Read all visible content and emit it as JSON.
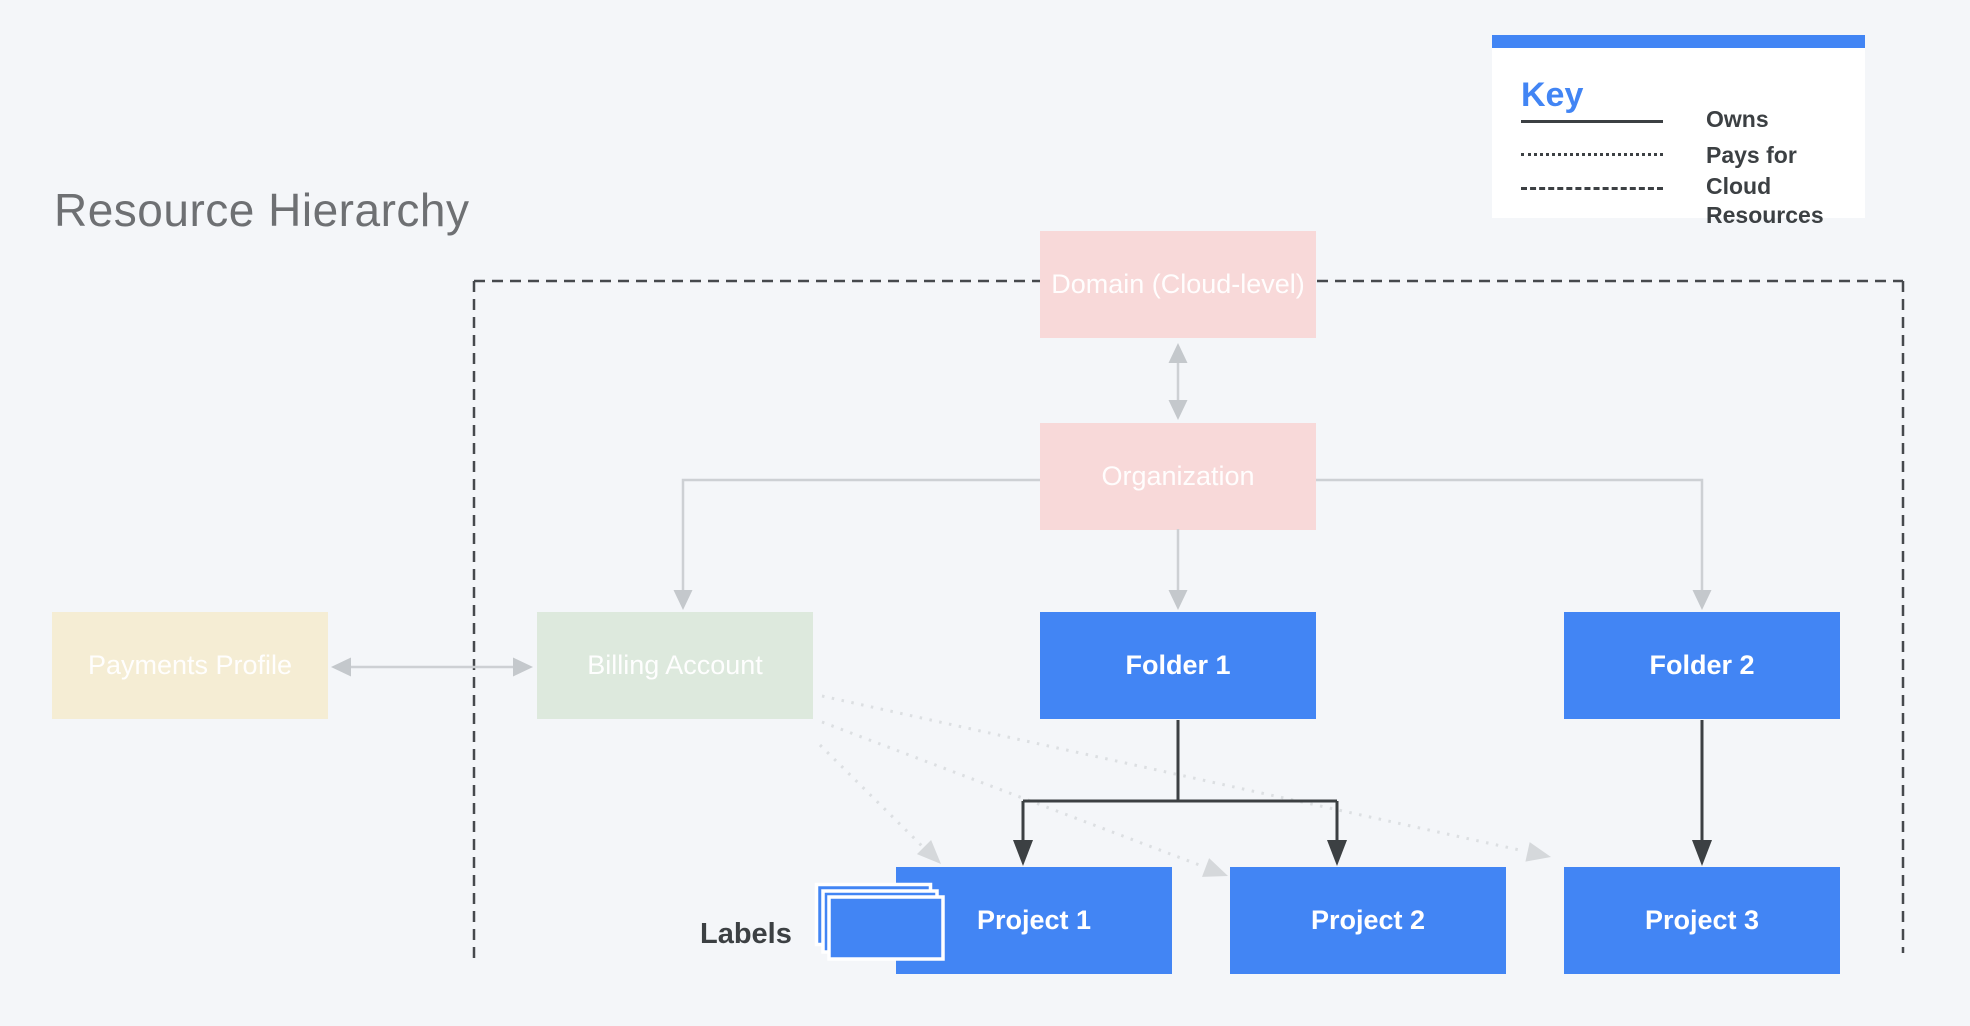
{
  "title": "Resource Hierarchy",
  "key": {
    "heading": "Key",
    "items": [
      {
        "line_style": "solid",
        "label": "Owns"
      },
      {
        "line_style": "dotted",
        "label": "Pays for"
      },
      {
        "line_style": "dashed",
        "label": "Cloud Resources"
      }
    ]
  },
  "nodes": {
    "domain": {
      "label": "Domain (Cloud-level)",
      "color": "#f8d9d9"
    },
    "organization": {
      "label": "Organization",
      "color": "#f8d9d9"
    },
    "payments_profile": {
      "label": "Payments Profile",
      "color": "#f5edd4"
    },
    "billing_account": {
      "label": "Billing Account",
      "color": "#dde9dd"
    },
    "folder1": {
      "label": "Folder 1",
      "color": "#4285f4"
    },
    "folder2": {
      "label": "Folder 2",
      "color": "#4285f4"
    },
    "project1": {
      "label": "Project 1",
      "color": "#4285f4"
    },
    "project2": {
      "label": "Project 2",
      "color": "#4285f4"
    },
    "project3": {
      "label": "Project 3",
      "color": "#4285f4"
    }
  },
  "annotations": {
    "labels_caption": "Labels"
  },
  "colors": {
    "background": "#f4f6f9",
    "accent_blue": "#4285f4",
    "dark_line": "#3c4043",
    "gray_line": "#cdd0d4",
    "dashed_boundary": "#46494d",
    "title_gray": "#6e7073"
  }
}
